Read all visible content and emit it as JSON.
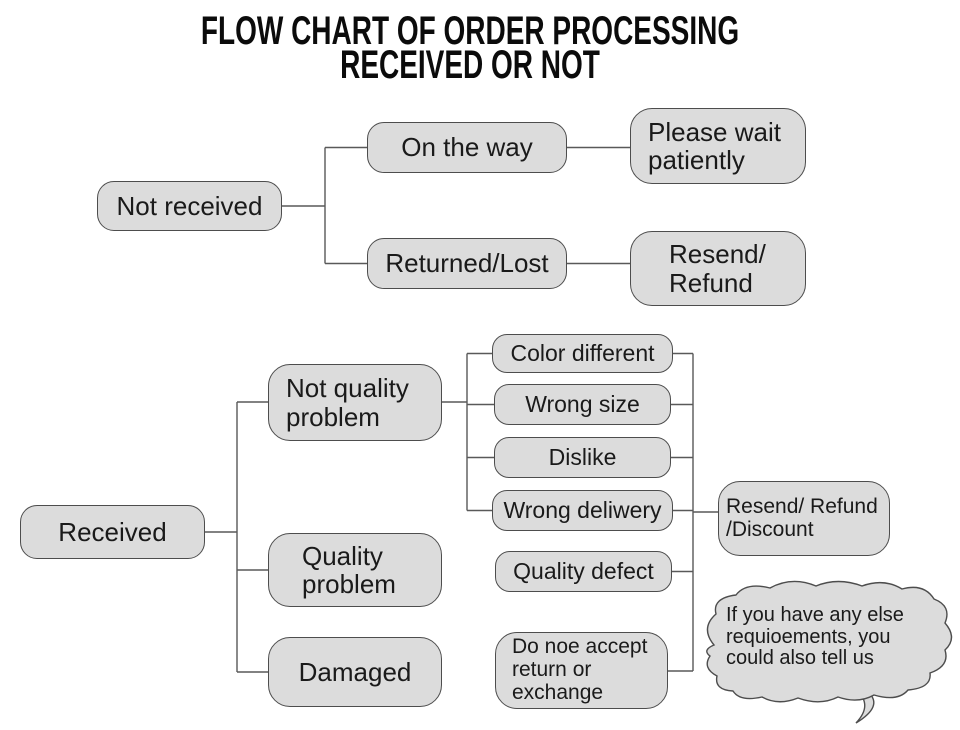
{
  "title": {
    "line1": "FLOW CHART OF ORDER PROCESSING",
    "line2": "RECEIVED OR NOT"
  },
  "colors": {
    "background": "#ffffff",
    "box_fill": "#dcdcdc",
    "box_border": "#4d4d4d",
    "connector": "#595959",
    "text": "#1a1a1a"
  },
  "nodes": {
    "not_received": "Not received",
    "on_the_way": "On the way",
    "please_wait": "Please wait\npatiently",
    "returned_lost": "Returned/Lost",
    "resend_refund": "Resend/\nRefund",
    "received": "Received",
    "not_quality_problem": "Not quality\nproblem",
    "quality_problem": "Quality\nproblem",
    "damaged": "Damaged",
    "color_different": "Color different",
    "wrong_size": "Wrong size",
    "dislike": "Dislike",
    "wrong_delivery": "Wrong deliwery",
    "quality_defect": "Quality defect",
    "no_return": "Do noe accept\nreturn or\nexchange",
    "resend_refund_discount": "Resend/ Refund\n/Discount",
    "bubble": "If you have any else\nrequioements, you\ncould also tell us"
  },
  "edges": [
    [
      "not_received",
      "on_the_way"
    ],
    [
      "not_received",
      "returned_lost"
    ],
    [
      "on_the_way",
      "please_wait"
    ],
    [
      "returned_lost",
      "resend_refund"
    ],
    [
      "received",
      "not_quality_problem"
    ],
    [
      "received",
      "quality_problem"
    ],
    [
      "received",
      "damaged"
    ],
    [
      "not_quality_problem",
      "color_different"
    ],
    [
      "not_quality_problem",
      "wrong_size"
    ],
    [
      "not_quality_problem",
      "dislike"
    ],
    [
      "not_quality_problem",
      "wrong_delivery"
    ],
    [
      "quality_problem",
      "quality_defect"
    ],
    [
      "damaged",
      "no_return"
    ],
    [
      "color_different",
      "resend_refund_discount"
    ],
    [
      "wrong_size",
      "resend_refund_discount"
    ],
    [
      "dislike",
      "resend_refund_discount"
    ],
    [
      "wrong_delivery",
      "resend_refund_discount"
    ],
    [
      "quality_defect",
      "resend_refund_discount"
    ],
    [
      "no_return",
      "resend_refund_discount"
    ]
  ]
}
